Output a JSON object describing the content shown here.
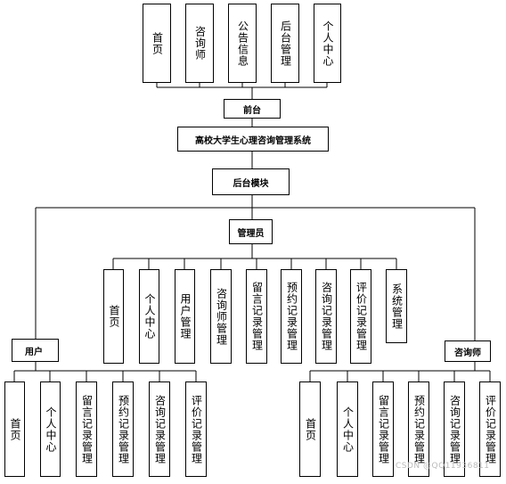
{
  "front_menu": [
    "首页",
    "咨询师",
    "公告信息",
    "后台管理",
    "个人中心"
  ],
  "front": "前台",
  "system": "高校大学生心理咨询管理系统",
  "backend": "后台模块",
  "admin": "管理员",
  "admin_menu": [
    "首页",
    "个人中心",
    "用户管理",
    "咨询师管理",
    "留言记录管理",
    "预约记录管理",
    "咨询记录管理",
    "评价记录管理",
    "系统管理"
  ],
  "user": "用户",
  "user_menu": [
    "首页",
    "个人中心",
    "留言记录管理",
    "预约记录管理",
    "咨询记录管理",
    "评价记录管理"
  ],
  "counselor": "咨询师",
  "counselor_menu": [
    "首页",
    "个人中心",
    "留言记录管理",
    "预约记录管理",
    "咨询记录管理",
    "评价记录管理"
  ],
  "watermark": "CSDN @QQ11936811"
}
